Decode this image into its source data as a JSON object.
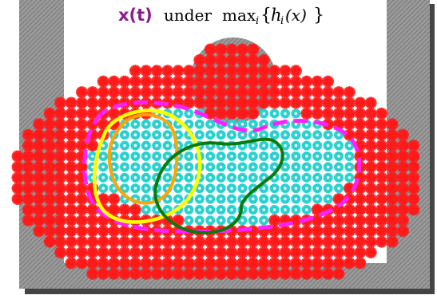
{
  "title": {
    "variable": "x(t)",
    "connector": "under",
    "max_op": "max",
    "max_sub": "i",
    "brace_open": "{",
    "func": "h",
    "func_sub": "i",
    "arg": "(x)",
    "brace_close": "}"
  },
  "colors": {
    "title_variable": "#8a1a8f",
    "obstacle_fill": "#9a9a9a",
    "obstacle_hatch": "#6e6e6e",
    "obstacle_shadow": "#444444",
    "unsafe_marker": "#ff1a1a",
    "safe_marker": "#2ad0d0",
    "safe_marker_inner": "#ffffff",
    "trajectory_magenta": "#ff22ff",
    "trajectory_yellow": "#ffff00",
    "trajectory_orange": "#ffa500",
    "trajectory_green": "#0a7a0a"
  },
  "elements": {
    "obstacles": [
      "left-wall",
      "right-wall",
      "top-circle-obstacle"
    ],
    "marker_sets": [
      "unsafe-markers",
      "safe-markers"
    ],
    "curves": [
      "magenta-dashed-boundary",
      "yellow-trajectory",
      "orange-trajectory",
      "green-trajectory"
    ]
  }
}
